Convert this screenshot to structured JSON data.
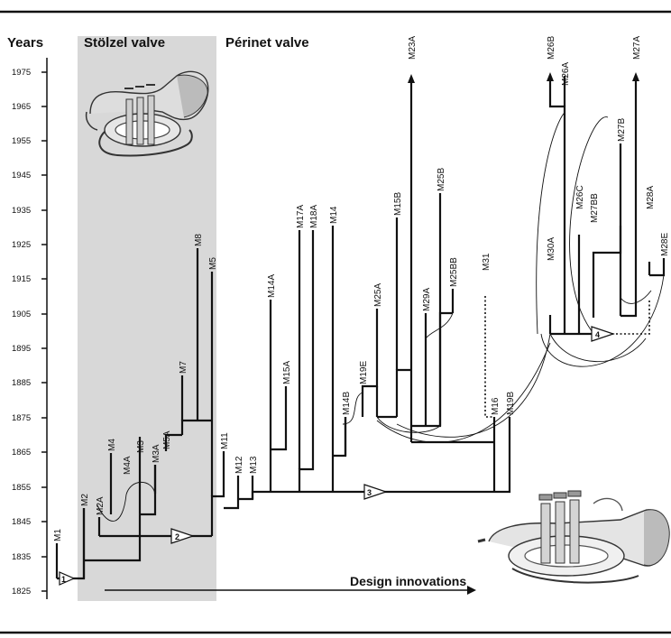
{
  "header": {
    "years_label": "Years",
    "stolzel_label": "Stölzel valve",
    "perinet_label": "Périnet valve"
  },
  "axis_ticks": [
    "1975",
    "1965",
    "1955",
    "1945",
    "1935",
    "1925",
    "1915",
    "1905",
    "1895",
    "1885",
    "1875",
    "1865",
    "1855",
    "1845",
    "1835",
    "1825"
  ],
  "models": [
    "M1",
    "M2",
    "M2A",
    "M4",
    "M4A",
    "M3",
    "M3A",
    "M5A",
    "M7",
    "M8",
    "M5",
    "M11",
    "M12",
    "M13",
    "M14A",
    "M15A",
    "M17A",
    "M18A",
    "M14",
    "M14B",
    "M19E",
    "M25A",
    "M15B",
    "M23A",
    "M25B",
    "M29A",
    "M25BB",
    "M31",
    "M16",
    "M19B",
    "M26B",
    "M26A",
    "M30A",
    "M26C",
    "M27BB",
    "M27B",
    "M27A",
    "M28A",
    "M28E"
  ],
  "innovation_markers": [
    "1",
    "2",
    "3",
    "4"
  ],
  "footer": {
    "innovations_label": "Design innovations"
  },
  "images": {
    "top": "stolzel-valve-cornet-image",
    "bottom": "perinet-valve-cornet-image"
  }
}
